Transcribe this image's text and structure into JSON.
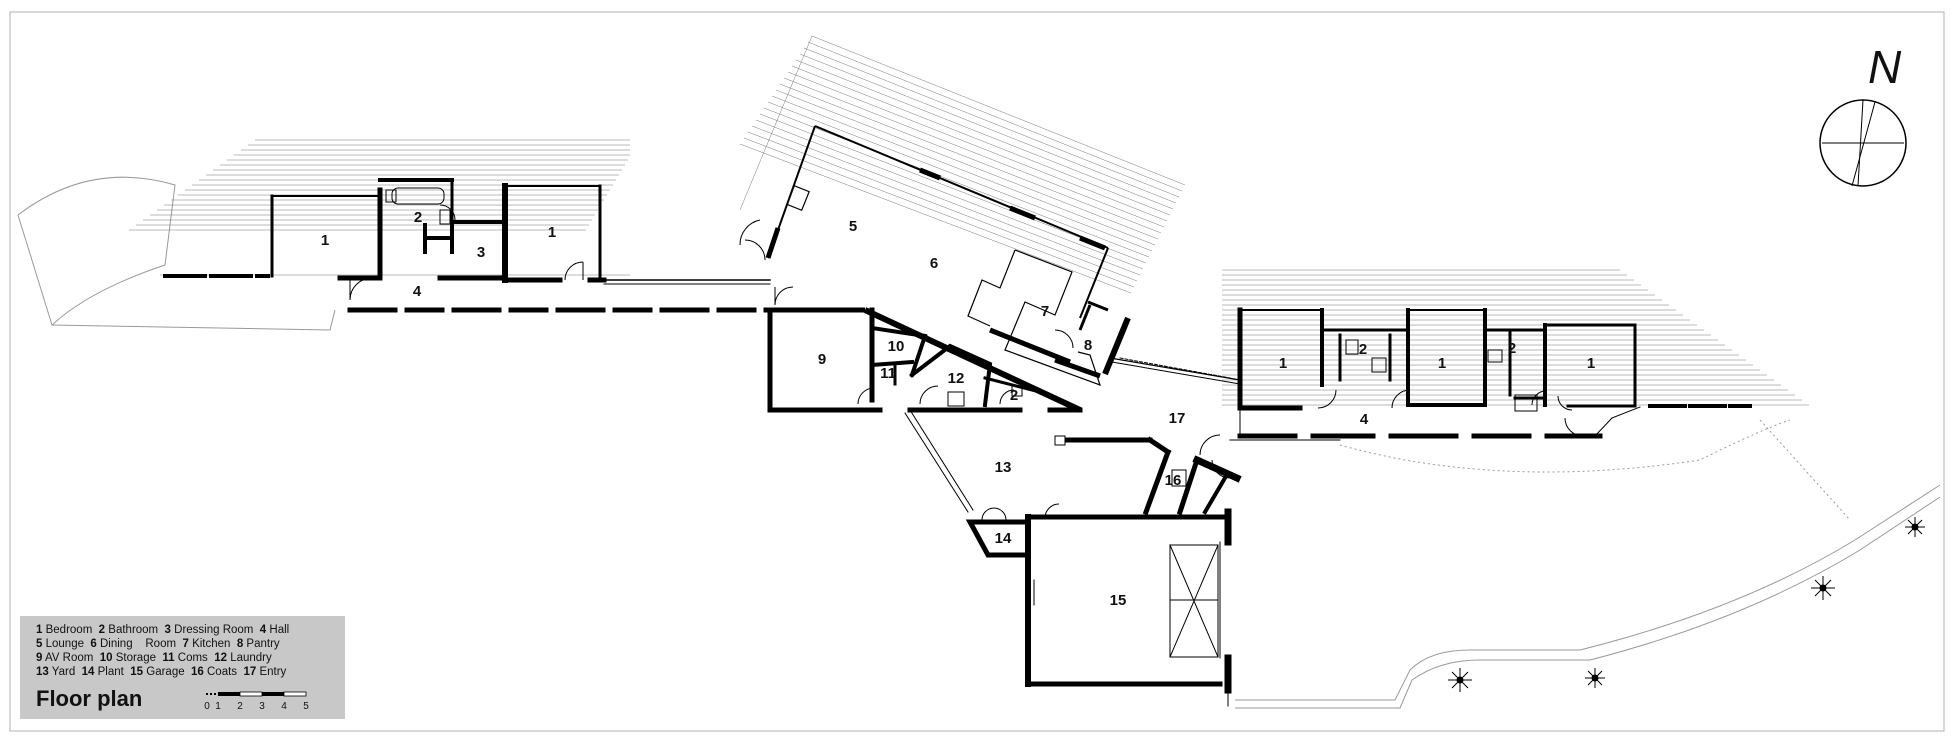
{
  "room_labels": [
    {
      "id": "bed-w1",
      "text": "1"
    },
    {
      "id": "bath-w",
      "text": "2"
    },
    {
      "id": "dress",
      "text": "3"
    },
    {
      "id": "bed-w2",
      "text": "1"
    },
    {
      "id": "hall-w",
      "text": "4"
    },
    {
      "id": "lounge",
      "text": "5"
    },
    {
      "id": "dining",
      "text": "6"
    },
    {
      "id": "kitchen",
      "text": "7"
    },
    {
      "id": "pantry",
      "text": "8"
    },
    {
      "id": "av",
      "text": "9"
    },
    {
      "id": "storage",
      "text": "10"
    },
    {
      "id": "coms",
      "text": "11"
    },
    {
      "id": "laundry",
      "text": "12"
    },
    {
      "id": "bath-c",
      "text": "2"
    },
    {
      "id": "yard",
      "text": "13"
    },
    {
      "id": "plant",
      "text": "14"
    },
    {
      "id": "garage",
      "text": "15"
    },
    {
      "id": "coats",
      "text": "16"
    },
    {
      "id": "entry",
      "text": "17"
    },
    {
      "id": "bed-e1",
      "text": "1"
    },
    {
      "id": "bath-e1",
      "text": "2"
    },
    {
      "id": "bed-e2",
      "text": "1"
    },
    {
      "id": "bath-e2",
      "text": "2"
    },
    {
      "id": "bed-e3",
      "text": "1"
    },
    {
      "id": "hall-e",
      "text": "4"
    }
  ],
  "legend": {
    "rows": [
      [
        {
          "n": "1",
          "t": "Bedroom"
        },
        {
          "n": "2",
          "t": "Bathroom"
        },
        {
          "n": "3",
          "t": "Dressing Room"
        },
        {
          "n": "4",
          "t": "Hall"
        }
      ],
      [
        {
          "n": "5",
          "t": "Lounge"
        },
        {
          "n": "6",
          "t": "Dining"
        },
        {
          "n": "",
          "t": "Room"
        },
        {
          "n": "7",
          "t": "Kitchen"
        },
        {
          "n": "8",
          "t": "Pantry"
        }
      ],
      [
        {
          "n": "9",
          "t": "AV Room"
        },
        {
          "n": "10",
          "t": "Storage"
        },
        {
          "n": "11",
          "t": "Coms"
        },
        {
          "n": "12",
          "t": "Laundry"
        }
      ],
      [
        {
          "n": "13",
          "t": "Yard"
        },
        {
          "n": "14",
          "t": "Plant"
        },
        {
          "n": "15",
          "t": "Garage"
        },
        {
          "n": "16",
          "t": "Coats"
        },
        {
          "n": "17",
          "t": "Entry"
        }
      ]
    ],
    "title": "Floor plan",
    "scale_ticks": [
      "0",
      "1",
      "2",
      "3",
      "4",
      "5"
    ]
  },
  "north": {
    "label": "N"
  },
  "colors": {
    "wall": "#000000",
    "thin_line": "#555555",
    "legend_bg": "#c8c8c8",
    "frame": "#b0b0b0"
  }
}
